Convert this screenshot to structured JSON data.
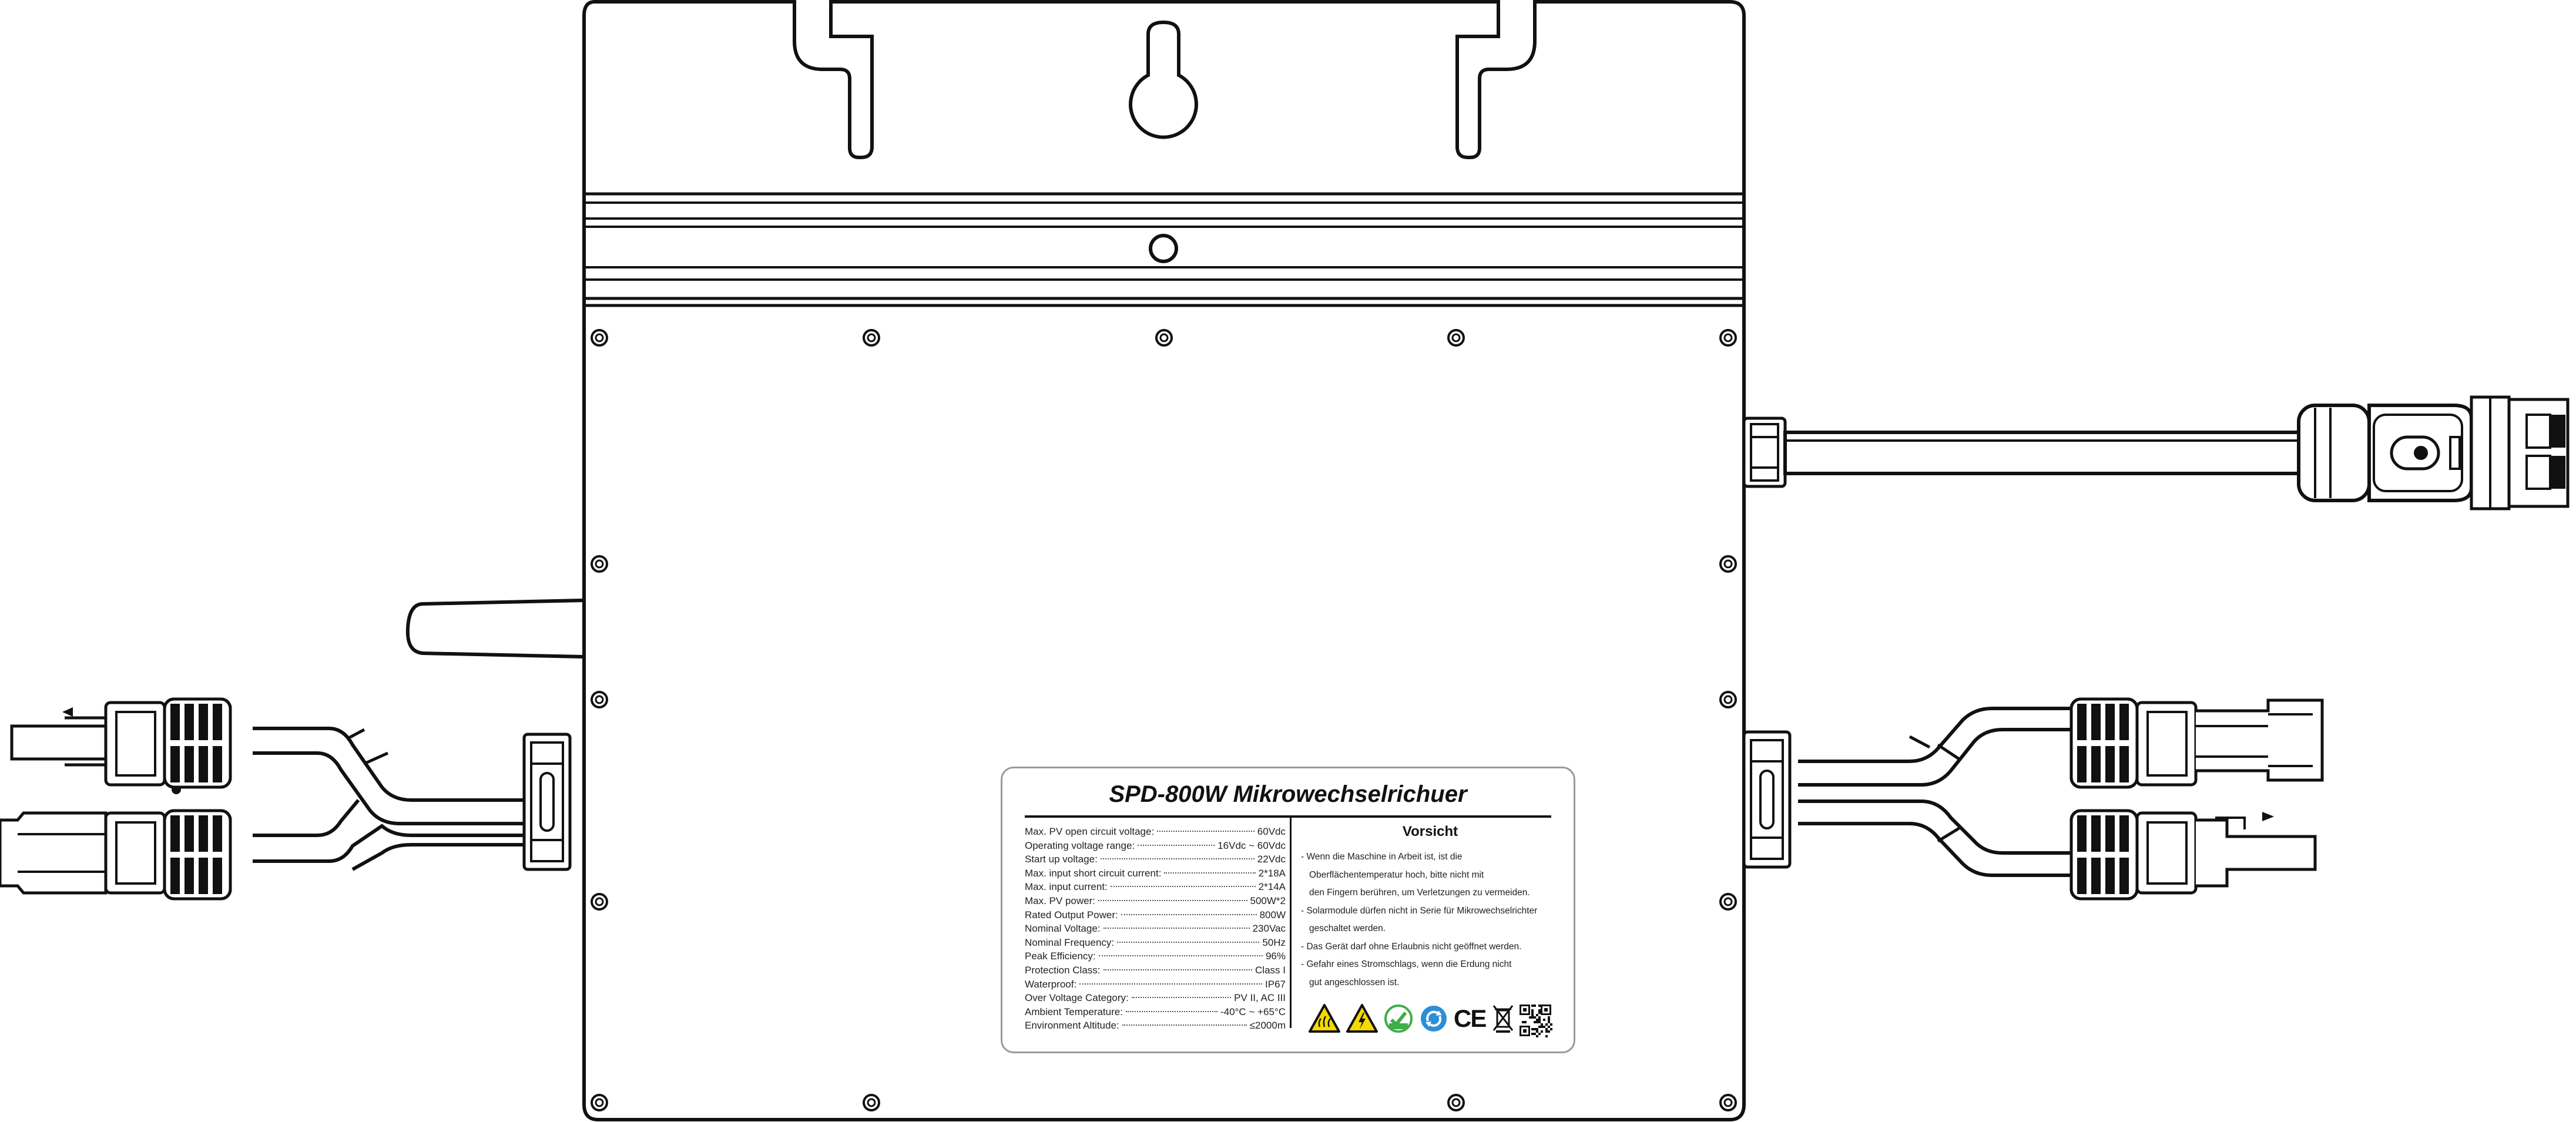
{
  "label": {
    "title": "SPD-800W Mikrowechselrichuer",
    "specs": [
      {
        "name": "Max. PV open circuit voltage:",
        "value": "60Vdc"
      },
      {
        "name": "Operating voltage range:",
        "value": "16Vdc ~ 60Vdc"
      },
      {
        "name": "Start up voltage:",
        "value": "22Vdc"
      },
      {
        "name": "Max. input short circuit current:",
        "value": "2*18A"
      },
      {
        "name": "Max. input current:",
        "value": "2*14A"
      },
      {
        "name": "Max. PV power:",
        "value": "500W*2"
      },
      {
        "name": "Rated Output Power:",
        "value": "800W"
      },
      {
        "name": "Nominal Voltage:",
        "value": "230Vac"
      },
      {
        "name": "Nominal Frequency:",
        "value": "50Hz"
      },
      {
        "name": "Peak Efficiency:",
        "value": "96%"
      },
      {
        "name": "Protection Class:",
        "value": "Class I"
      },
      {
        "name": "Waterproof:",
        "value": "IP67"
      },
      {
        "name": "Over Voltage Category:",
        "value": "PV II, AC III"
      },
      {
        "name": "Ambient Temperature:",
        "value": "-40°C ~ +65°C"
      },
      {
        "name": "Environment Altitude:",
        "value": "≤2000m"
      }
    ],
    "warning_title": "Vorsicht",
    "warnings": [
      {
        "text": "- Wenn die Maschine in Arbeit ist, ist die",
        "sub": false
      },
      {
        "text": "Oberflächentemperatur hoch, bitte nicht mit",
        "sub": true
      },
      {
        "text": "den Fingern berühren, um Verletzungen zu vermeiden.",
        "sub": true
      },
      {
        "text": "- Solarmodule dürfen nicht in Serie für Mikrowechselrichter",
        "sub": false
      },
      {
        "text": "geschaltet werden.",
        "sub": true
      },
      {
        "text": "- Das Gerät darf ohne Erlaubnis nicht geöffnet werden.",
        "sub": false
      },
      {
        "text": "- Gefahr eines Stromschlags, wenn die Erdung nicht",
        "sub": false
      },
      {
        "text": "gut angeschlossen ist.",
        "sub": true
      }
    ],
    "ce_mark": "CE",
    "icons": [
      "hot-surface-warning-icon",
      "electric-shock-warning-icon",
      "rohs-icon",
      "recycle-icon",
      "ce-mark-icon",
      "weee-bin-icon",
      "qr-code-icon"
    ],
    "colors": {
      "warning_yellow": "#f5d800",
      "rohs_green": "#3fae49",
      "recycle_blue": "#2a8fd6"
    }
  }
}
